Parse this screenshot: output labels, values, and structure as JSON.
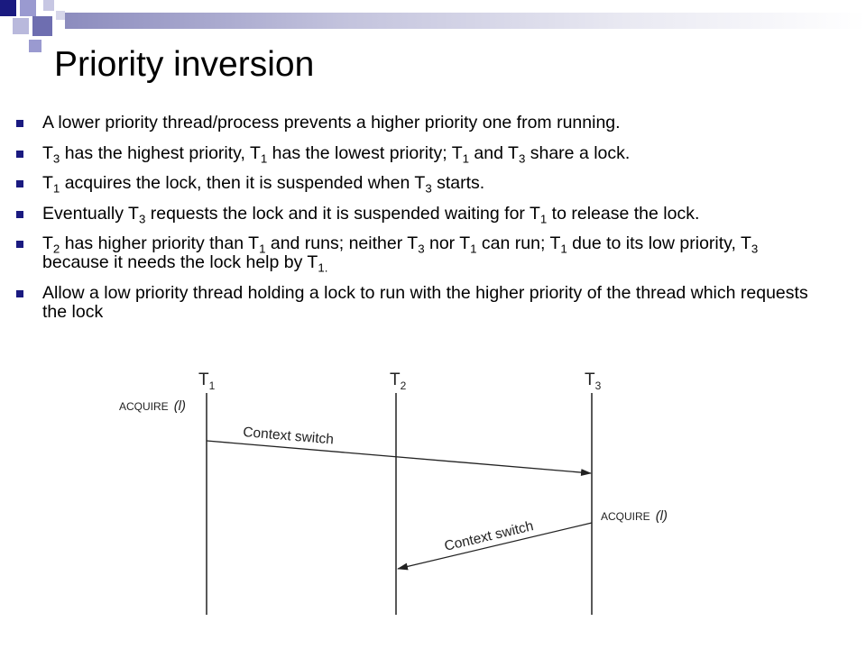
{
  "slide": {
    "title": "Priority inversion",
    "colors": {
      "square_dark": "#1a1a80",
      "square_light": "#9a9ad0",
      "bullet": "#1a1a80"
    }
  },
  "bullets": [
    [
      {
        "t": "A lower priority thread/process prevents a higher priority one from running."
      }
    ],
    [
      {
        "t": "T"
      },
      {
        "s": "3"
      },
      {
        "t": " has the highest priority, T"
      },
      {
        "s": "1"
      },
      {
        "t": " has the lowest priority; T"
      },
      {
        "s": "1"
      },
      {
        "t": " and T"
      },
      {
        "s": "3"
      },
      {
        "t": " share a lock."
      }
    ],
    [
      {
        "t": "T"
      },
      {
        "s": "1"
      },
      {
        "t": " acquires the lock, then it is suspended when T"
      },
      {
        "s": "3"
      },
      {
        "t": " starts."
      }
    ],
    [
      {
        "t": "Eventually T"
      },
      {
        "s": "3"
      },
      {
        "t": "  requests the lock and it is suspended waiting for T"
      },
      {
        "s": "1"
      },
      {
        "t": " to release the lock."
      }
    ],
    [
      {
        "t": "T"
      },
      {
        "s": "2"
      },
      {
        "t": " has higher priority than T"
      },
      {
        "s": "1"
      },
      {
        "t": " and runs; neither T"
      },
      {
        "s": "3"
      },
      {
        "t": " nor T"
      },
      {
        "s": "1"
      },
      {
        "t": " can run; T"
      },
      {
        "s": "1"
      },
      {
        "t": " due to its low priority, T"
      },
      {
        "s": "3"
      },
      {
        "t": " because it needs the lock help by T"
      },
      {
        "s": "1."
      }
    ],
    [
      {
        "t": "Allow a low priority thread holding a lock to run with the higher priority of the thread which requests the lock"
      }
    ]
  ],
  "diagram": {
    "threads": [
      {
        "label": "T",
        "sub": "1"
      },
      {
        "label": "T",
        "sub": "2"
      },
      {
        "label": "T",
        "sub": "3"
      }
    ],
    "acquire_t1": "ACQUIRE",
    "acquire_t1_arg": "(l)",
    "acquire_t3": "ACQUIRE",
    "acquire_t3_arg": "(l)",
    "switch1": "Context switch",
    "switch2": "Context switch"
  }
}
